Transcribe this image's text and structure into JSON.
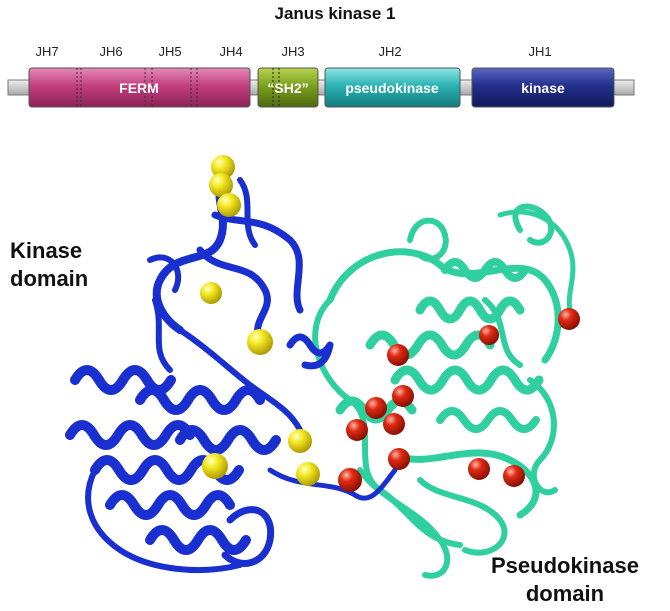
{
  "title": "Janus kinase 1",
  "jh_labels": [
    "JH7",
    "JH6",
    "JH5",
    "JH4",
    "JH3",
    "JH2",
    "JH1"
  ],
  "domains": [
    {
      "name": "FERM",
      "color": "#c2407f"
    },
    {
      "name": "“SH2”",
      "color": "#7ea01f"
    },
    {
      "name": "pseudokinase",
      "color": "#2bb3b3"
    },
    {
      "name": "kinase",
      "color": "#232f8c"
    }
  ],
  "structure_labels": {
    "kinase_line1": "Kinase",
    "kinase_line2": "domain",
    "pseudo_line1": "Pseudokinase",
    "pseudo_line2": "domain"
  },
  "colors": {
    "kinase_domain": "#1a2fd0",
    "pseudokinase_domain": "#33d6a8",
    "marker_yellow": "#f2e21a",
    "marker_red": "#e02010",
    "linker": "#c8c8c8"
  }
}
